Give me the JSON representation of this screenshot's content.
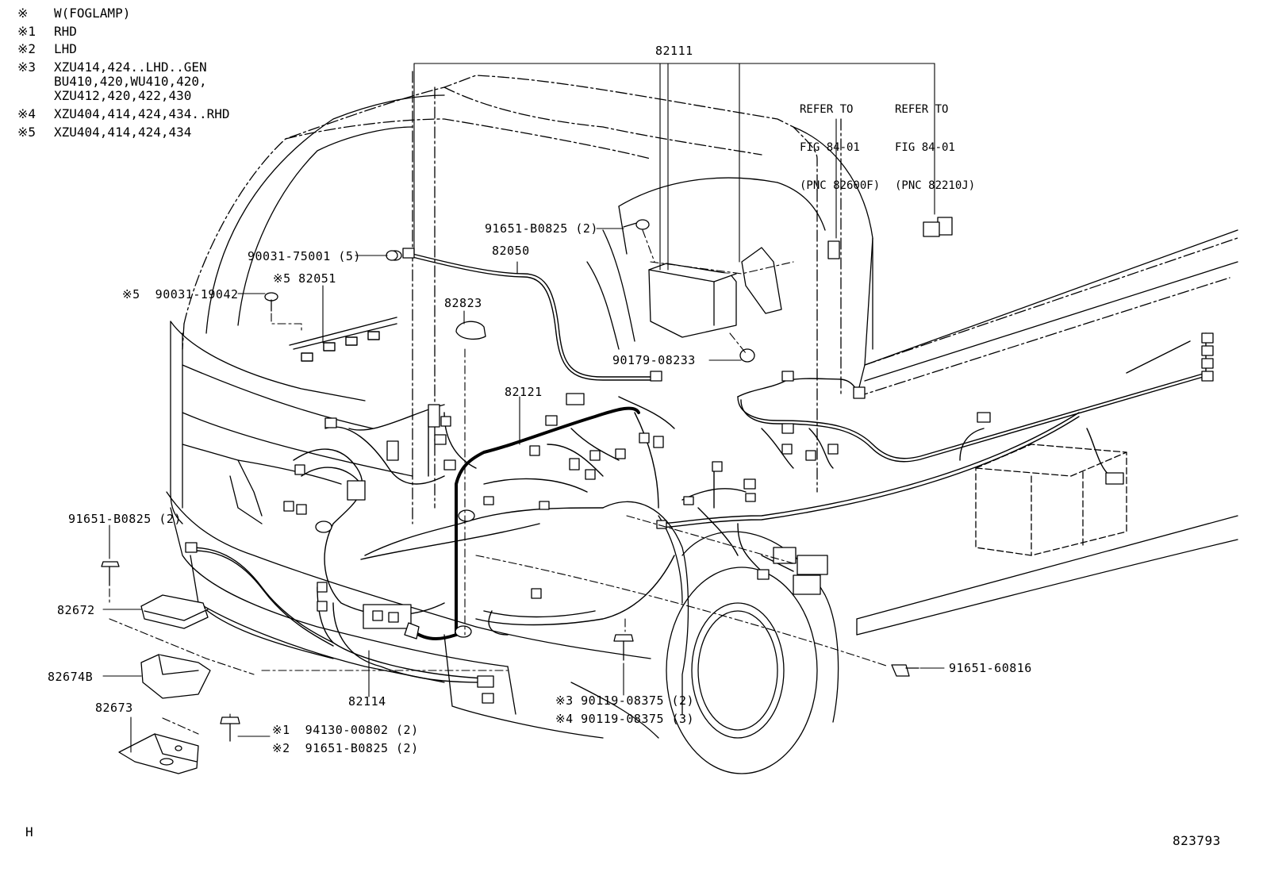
{
  "legend": [
    {
      "mark": "※",
      "text": "W(FOGLAMP)"
    },
    {
      "mark": "※1",
      "text": "RHD"
    },
    {
      "mark": "※2",
      "text": "LHD"
    },
    {
      "mark": "※3",
      "text": "XZU414,424..LHD..GEN"
    },
    {
      "mark": "",
      "text": "BU410,420,WU410,420,"
    },
    {
      "mark": "",
      "text": "XZU412,420,422,430"
    },
    {
      "mark": "※4",
      "text": "XZU404,414,424,434..RHD"
    },
    {
      "mark": "※5",
      "text": "XZU404,414,424,434"
    }
  ],
  "refs": [
    {
      "lines": [
        "REFER TO",
        "FIG 84-01",
        "(PNC 82600F)"
      ]
    },
    {
      "lines": [
        "REFER TO",
        "FIG 84-01",
        "(PNC 82210J)"
      ]
    }
  ],
  "parts": {
    "p82111": "82111",
    "p91651_b0825_top": "91651-B0825 (2)",
    "p90031_75001": "90031-75001 (5)",
    "p82050": "82050",
    "p5_82051": "※5 82051",
    "p5_90031_19042": "※5  90031-19042",
    "p82823": "82823",
    "p90179_08233": "90179-08233",
    "p82121": "82121",
    "p91651_b0825_left": "91651-B0825 (2)",
    "p82672": "82672",
    "p82674b": "82674B",
    "p82114": "82114",
    "p82673": "82673",
    "p1_94130": "※1  94130-00802 (2)",
    "p2_91651": "※2  91651-B0825 (2)",
    "p3_90119": "※3 90119-08375 (2)",
    "p4_90119": "※4 90119-08375 (3)",
    "p91651_60816": "91651-60816"
  },
  "footer": {
    "left_mark": "H",
    "figure_number": "823793"
  }
}
